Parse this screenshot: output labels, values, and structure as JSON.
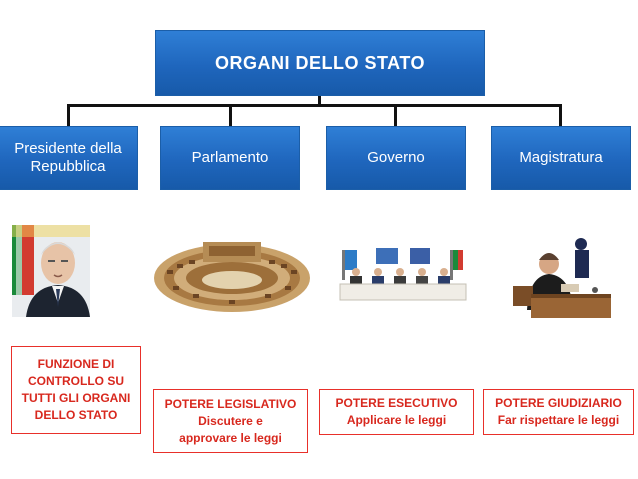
{
  "root": {
    "label": "ORGANI DELLO STATO"
  },
  "organs": [
    {
      "label": "Presidente della Repubblica",
      "lines": [
        "Presidente della",
        "Repubblica"
      ],
      "icon": "president-portrait-icon",
      "note": [
        "FUNZIONE DI",
        "CONTROLLO SU",
        "TUTTI GLI ORGANI",
        "DELLO STATO"
      ]
    },
    {
      "label": "Parlamento",
      "icon": "parliament-chamber-icon",
      "note": [
        "POTERE LEGISLATIVO",
        "Discutere e",
        "approvare le leggi"
      ]
    },
    {
      "label": "Governo",
      "icon": "government-council-icon",
      "note": [
        "POTERE ESECUTIVO",
        "Applicare le leggi"
      ]
    },
    {
      "label": "Magistratura",
      "icon": "judge-court-icon",
      "note": [
        "POTERE GIUDIZIARIO",
        "Far rispettare le leggi"
      ]
    }
  ],
  "colors": {
    "box": "#1f66bd",
    "note_text": "#d8281e",
    "note_border": "#e8302a"
  }
}
